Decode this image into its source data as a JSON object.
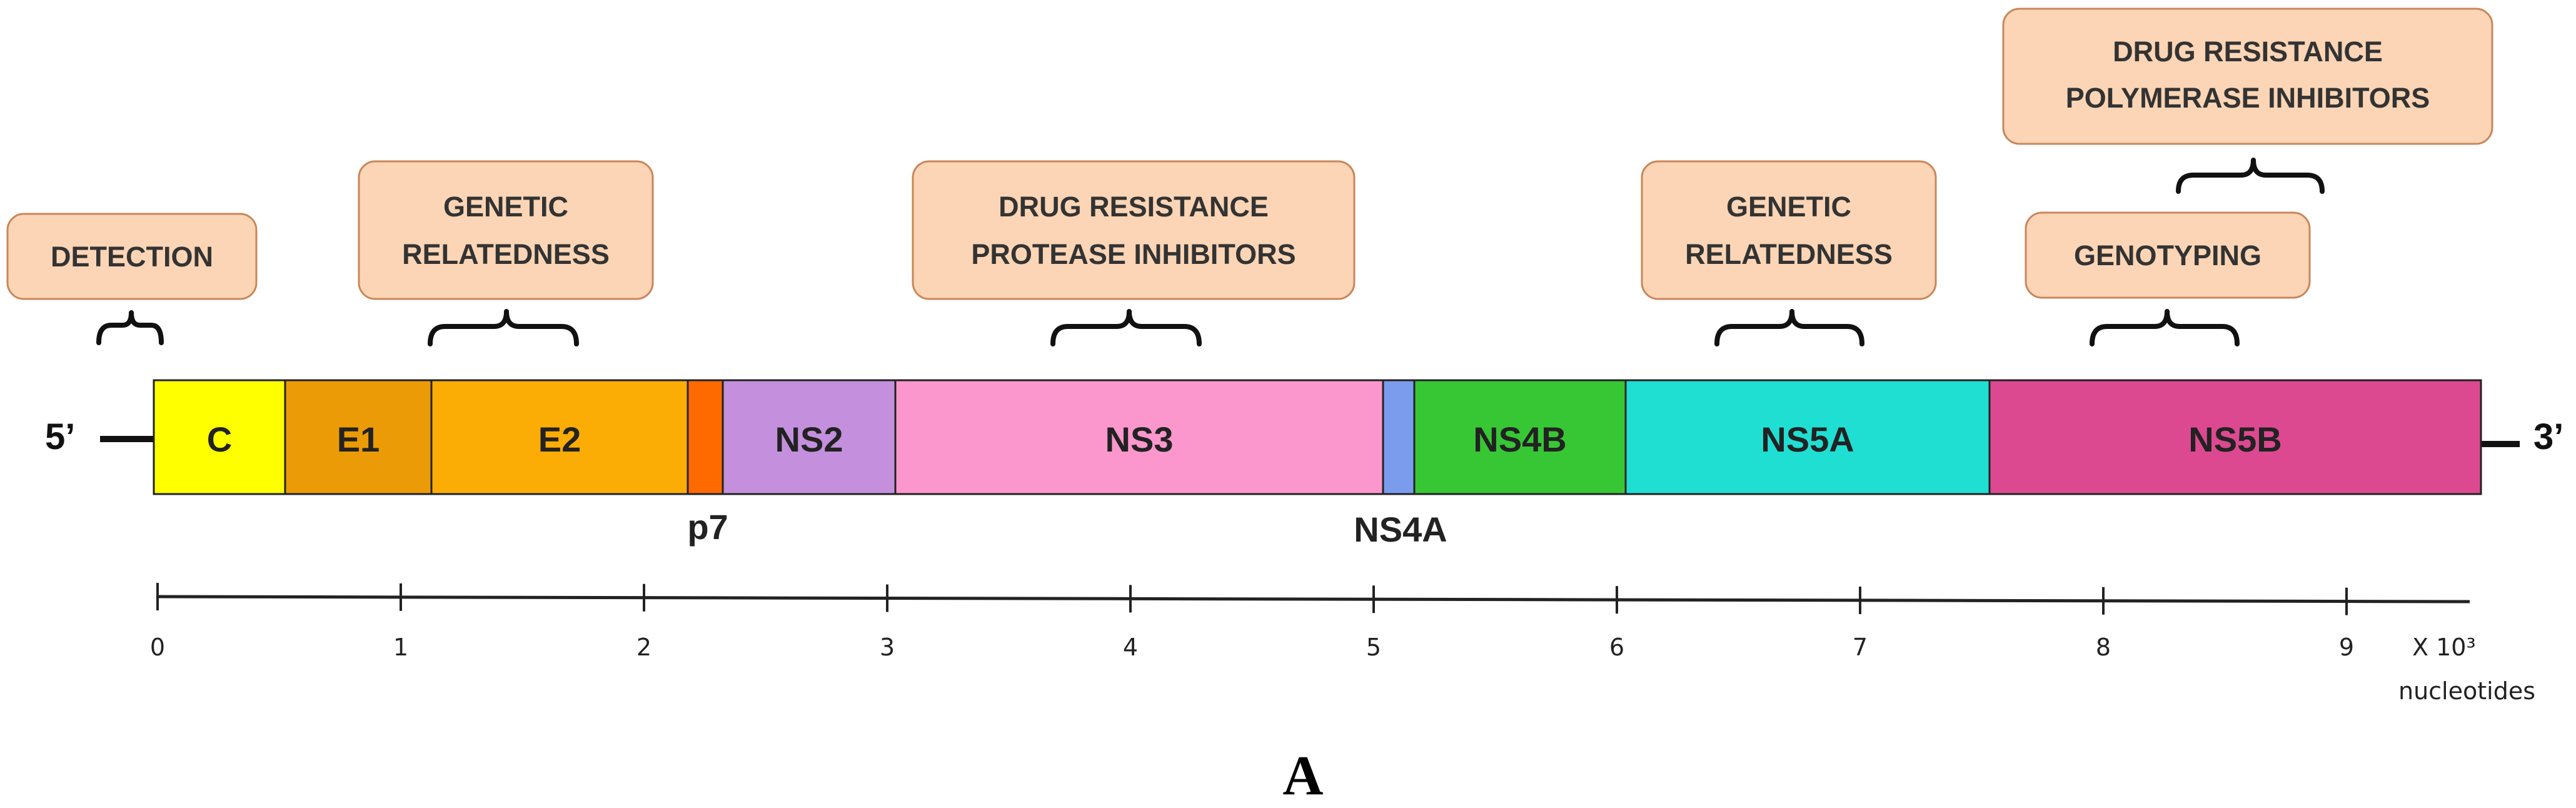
{
  "genome": {
    "five_prime": "5’",
    "three_prime": "3’",
    "segments": [
      {
        "id": "C",
        "label": "C",
        "color": "#ffff00"
      },
      {
        "id": "E1",
        "label": "E1",
        "color": "#eb9b05"
      },
      {
        "id": "E2",
        "label": "E2",
        "color": "#fbad06"
      },
      {
        "id": "p7",
        "label": "",
        "color": "#ff6a00"
      },
      {
        "id": "NS2",
        "label": "NS2",
        "color": "#c490dd"
      },
      {
        "id": "NS3",
        "label": "NS3",
        "color": "#fb97cc"
      },
      {
        "id": "NS4A",
        "label": "",
        "color": "#7b9bec"
      },
      {
        "id": "NS4B",
        "label": "NS4B",
        "color": "#37c735"
      },
      {
        "id": "NS5A",
        "label": "NS5A",
        "color": "#1fdfd3"
      },
      {
        "id": "NS5B",
        "label": "NS5B",
        "color": "#dd4991"
      }
    ],
    "below_labels": [
      {
        "id": "p7",
        "label": "p7"
      },
      {
        "id": "NS4A",
        "label": "NS4A"
      }
    ]
  },
  "annotations": [
    {
      "id": "detection",
      "lines": [
        "DETECTION"
      ]
    },
    {
      "id": "genetic-1",
      "lines": [
        "GENETIC",
        "RELATEDNESS"
      ]
    },
    {
      "id": "protease",
      "lines": [
        "DRUG RESISTANCE",
        "PROTEASE INHIBITORS"
      ]
    },
    {
      "id": "genetic-2",
      "lines": [
        "GENETIC",
        "RELATEDNESS"
      ]
    },
    {
      "id": "genotyping",
      "lines": [
        "GENOTYPING"
      ]
    },
    {
      "id": "polymerase",
      "lines": [
        "DRUG RESISTANCE",
        "POLYMERASE INHIBITORS"
      ]
    }
  ],
  "scale": {
    "ticks": [
      "0",
      "1",
      "2",
      "3",
      "4",
      "5",
      "6",
      "7",
      "8",
      "9"
    ],
    "unit_line1": "X 10³",
    "unit_line2": "nucleotides"
  },
  "panel_label": "A",
  "colors": {
    "box_fill": "#fbd5b5",
    "box_stroke": "#c9865a",
    "line": "#111111"
  }
}
